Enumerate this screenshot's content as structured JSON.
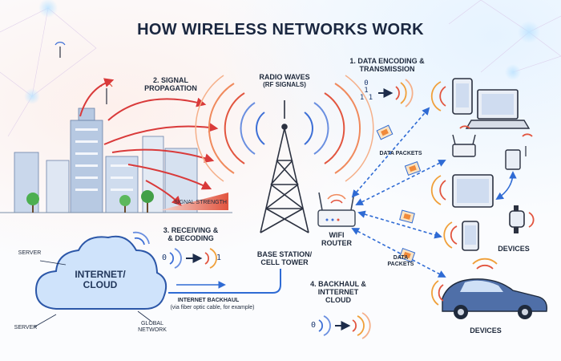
{
  "title": "HOW WIRELESS NETWORKS WORK",
  "labels": {
    "radio_waves": "RADIO WAVES",
    "rf_signals": "(RF SIGNALS)",
    "signal_propagation_1": "2. SIGNAL",
    "signal_propagation_2": "PROPAGATION",
    "data_encoding_1": "1. DATA ENCODING &",
    "data_encoding_2": "TRANSMISSION",
    "signal_strength": "SIGNAL STRENGTH",
    "receiving_1": "3. RECEIVING &",
    "receiving_2": "& DECODING",
    "base_station_1": "BASE STATION/",
    "base_station_2": "CELL TOWER",
    "wifi_router_1": "WIFI",
    "wifi_router_2": "ROUTER",
    "data_packets_top": "DATA PACKETS",
    "data_packets_bottom_1": "DATA",
    "data_packets_bottom_2": "PACKETS",
    "devices_right": "DEVICES",
    "devices_bottom": "DEVICES",
    "server_top": "SERVER",
    "server_bottom": "SERVER",
    "internet_cloud_1": "INTERNET/",
    "internet_cloud_2": "CLOUD",
    "internet_backhaul": "INTERNET BACKHAUL",
    "backhaul_note": "(via fiber optic cable, for example)",
    "global_network_1": "GLOBAL",
    "global_network_2": "NETWORK",
    "backhaul_internet_1": "4. BACKHAUL &",
    "backhaul_internet_2": "INTTERNET",
    "backhaul_internet_3": "CLOUD"
  },
  "symbols": {
    "encoding_bits_top": "0",
    "encoding_bits_mid": "1",
    "encoding_bits_low": "1 1",
    "decoding_in": "0",
    "decoding_out": "1",
    "backhaul_in": "0"
  },
  "colors": {
    "wave_blue": "#3d6fd6",
    "wave_red": "#e2553f",
    "wave_orange": "#f0a03a",
    "arrow_red": "#d93a3a",
    "arrow_blue": "#2f6bd4",
    "tower": "#2b3140",
    "cloud_fill": "#cfe3fb",
    "cloud_stroke": "#2c57a8",
    "building": "#b7c9e2",
    "title": "#1a2740"
  },
  "icons": [
    "cell-tower-icon",
    "wifi-router-icon",
    "cloud-icon",
    "smartphone-icon",
    "laptop-icon",
    "tablet-icon",
    "smartwatch-icon",
    "car-icon",
    "usb-adapter-icon",
    "data-packet-icon",
    "city-buildings-icon",
    "tree-icon",
    "server-node-icon"
  ]
}
